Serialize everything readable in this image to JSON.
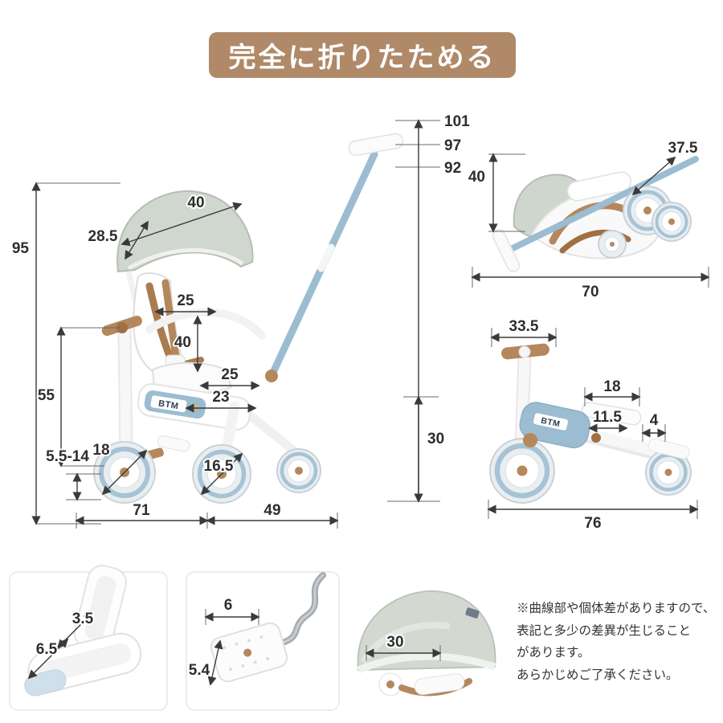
{
  "banner": {
    "title": "完全に折りたためる"
  },
  "main_view": {
    "handle_height_max": "101",
    "handle_height_mid": "97",
    "handle_height_min": "92",
    "total_height": "95",
    "canopy_width": "40",
    "canopy_depth": "28.5",
    "seat_inner_width": "25",
    "backrest_height": "40",
    "seat_depth": "25",
    "seat_length": "23",
    "seat_height": "55",
    "ground_clearance": "5.5-14",
    "front_wheel_size": "18",
    "rear_wheel_size": "16.5",
    "length_front": "71",
    "length_rear": "49",
    "rear_step_height": "30",
    "logo": "BTM"
  },
  "folded_view": {
    "height": "40",
    "depth": "37.5",
    "width": "70"
  },
  "bike_view": {
    "handlebar_width": "33.5",
    "seat_length": "18",
    "seat_width": "11.5",
    "rear_gap": "4",
    "total_length": "76",
    "logo": "BTM"
  },
  "detail_views": {
    "strap": {
      "width": "3.5",
      "length": "6.5"
    },
    "pedal": {
      "width": "6",
      "depth": "5.4"
    },
    "canopy": {
      "width": "30"
    }
  },
  "note": {
    "lines": [
      "※曲線部や個体差がありますので、",
      "表記と多少の差異が生じること",
      "があります。",
      "あらかじめご了承ください。"
    ]
  }
}
